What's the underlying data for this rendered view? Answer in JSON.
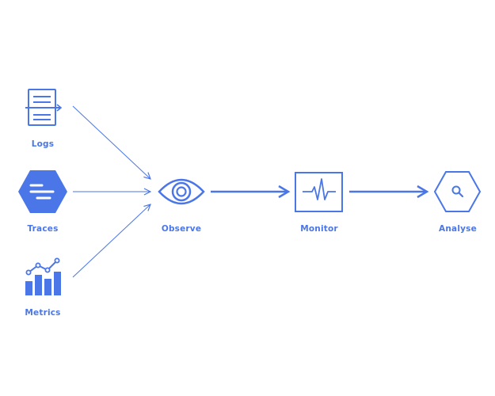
{
  "colors": {
    "accent": "#4a76e8",
    "background": "#ffffff"
  },
  "nodes": {
    "logs": {
      "label": "Logs",
      "icon": "document-list-icon"
    },
    "traces": {
      "label": "Traces",
      "icon": "hexagon-trace-bars-icon"
    },
    "metrics": {
      "label": "Metrics",
      "icon": "bar-chart-trend-icon"
    },
    "observe": {
      "label": "Observe",
      "icon": "eye-icon"
    },
    "monitor": {
      "label": "Monitor",
      "icon": "heartbeat-monitor-icon"
    },
    "analyse": {
      "label": "Analyse",
      "icon": "hexagon-magnifier-icon"
    }
  }
}
